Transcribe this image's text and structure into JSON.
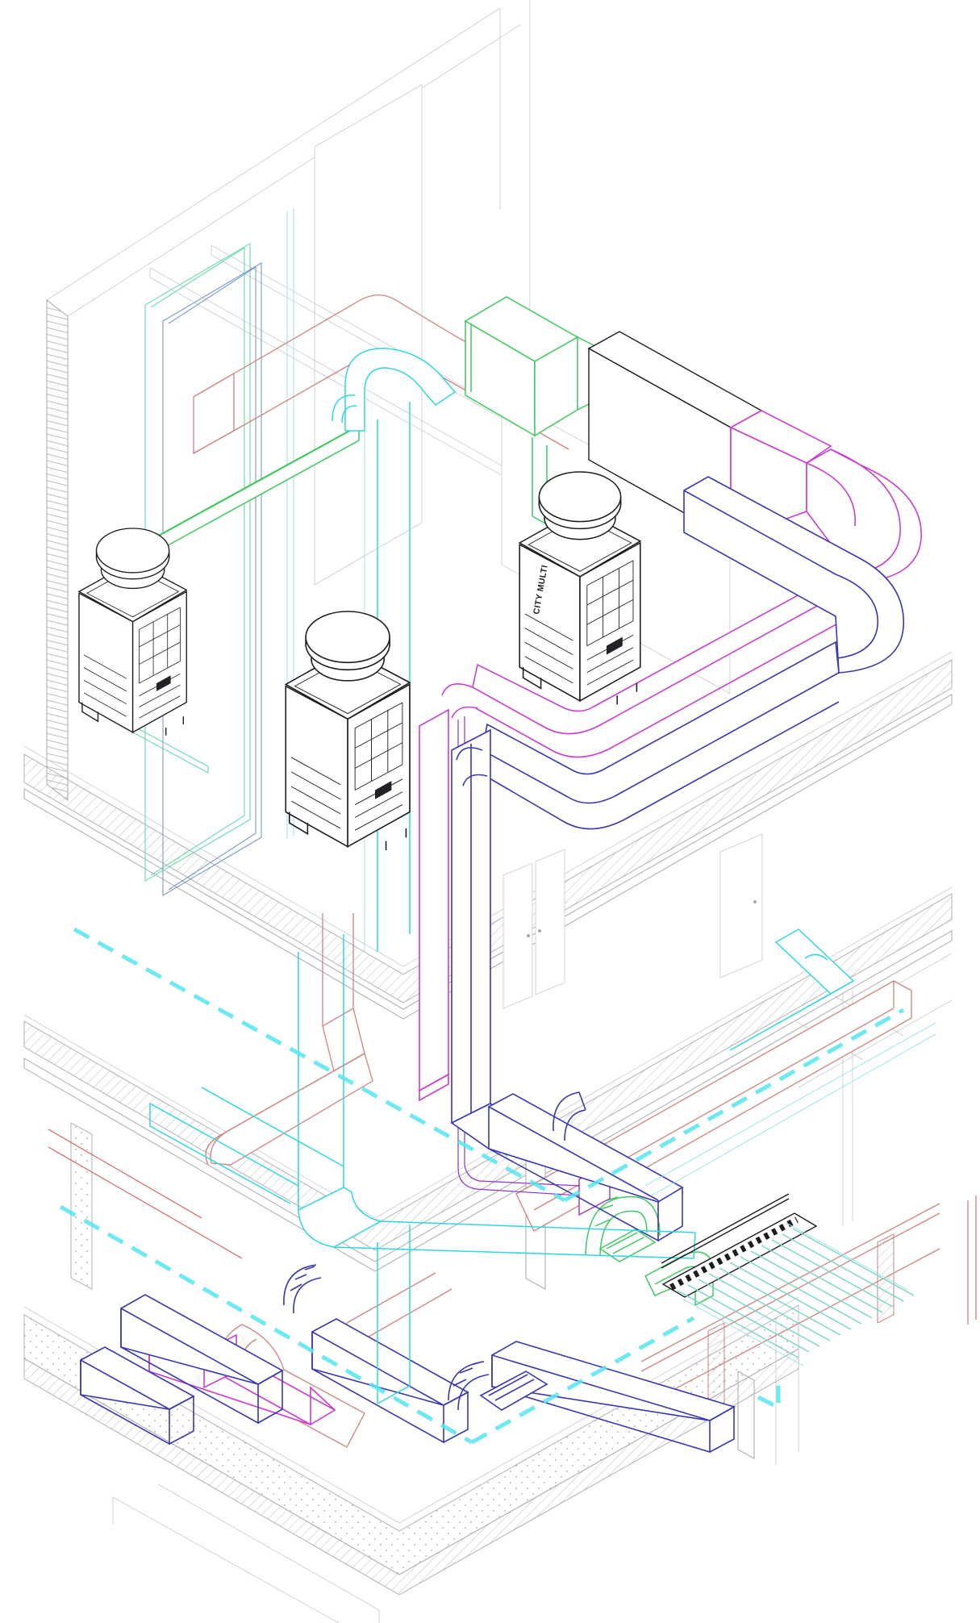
{
  "page": {
    "background": "#ffffff",
    "kind": "isometric HVAC coordination drawing"
  },
  "palette": {
    "gray": "#a9a9b0",
    "grayL": "#c9c9cf",
    "grayD": "#8b8b92",
    "black": "#1c1c20",
    "magenta": "#c93ecf",
    "violet": "#8d35cf",
    "navy": "#3838b2",
    "steel": "#7b9bcc",
    "green": "#3ec95e",
    "mint": "#74dcae",
    "cyan": "#2fd7e0",
    "cyanL": "#9fe2ea",
    "teal": "#79d6c8",
    "dash": "#54e6ef",
    "salmon": "#cf837e",
    "red": "#cf5f57"
  },
  "equipment": {
    "outdoor_units": [
      {
        "name": "outdoor-unit-left",
        "brand_label": ""
      },
      {
        "name": "outdoor-unit-middle",
        "brand_label": ""
      },
      {
        "name": "outdoor-unit-right",
        "brand_label": "CITY MULTI"
      }
    ]
  },
  "systems": [
    {
      "name": "supply-duct",
      "color": "green"
    },
    {
      "name": "main-riser-duct",
      "color": "black"
    },
    {
      "name": "exhaust-duct-loop",
      "color": "magenta"
    },
    {
      "name": "return-duct-loop",
      "color": "navy"
    },
    {
      "name": "fresh-air-duct",
      "color": "cyan"
    },
    {
      "name": "extract-duct",
      "color": "salmon"
    },
    {
      "name": "refrigerant-pipes",
      "color": "violet"
    },
    {
      "name": "chilled-pipework",
      "color": "teal"
    },
    {
      "name": "hidden-route",
      "color": "dash"
    }
  ]
}
